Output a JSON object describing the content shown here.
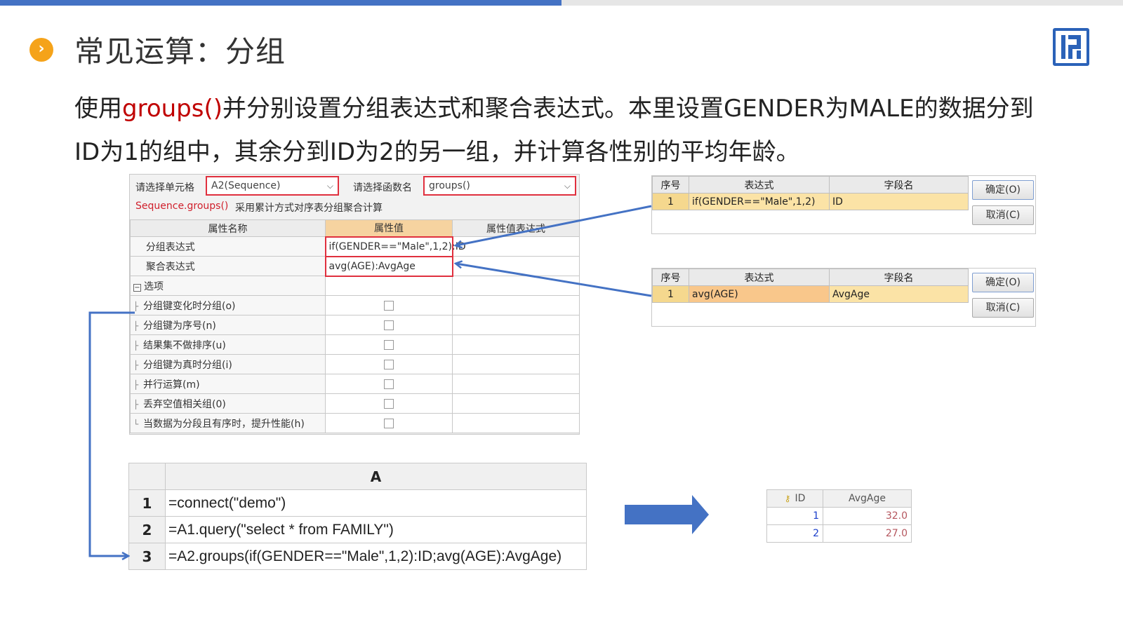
{
  "slide": {
    "title": "常见运算：分组",
    "bullet_glyph": "›",
    "desc_part1": "使用",
    "desc_func": "groups()",
    "desc_part2": "并分别设置分组表达式和聚合表达式。本里设置GENDER为MALE的数据分到ID为1的组中，其余分到ID为2的另一组，并计算各性别的平均年龄。",
    "accent_color": "#4472c4",
    "bullet_color": "#f5a31a"
  },
  "dialog": {
    "cell_label": "请选择单元格",
    "cell_value": "A2(Sequence)",
    "func_label": "请选择函数名",
    "func_value": "groups()",
    "sig": "Sequence.groups()",
    "sig_desc": "采用累计方式对序表分组聚合计算",
    "headers": [
      "属性名称",
      "属性值",
      "属性值表达式"
    ],
    "rows": [
      {
        "name": "分组表达式",
        "value": "if(GENDER==\"Male\",1,2):ID"
      },
      {
        "name": "聚合表达式",
        "value": "avg(AGE):AvgAge"
      }
    ],
    "options_label": "选项",
    "options": [
      "分组键变化时分组(o)",
      "分组键为序号(n)",
      "结果集不做排序(u)",
      "分组键为真时分组(i)",
      "并行运算(m)",
      "丢弃空值相关组(0)",
      "当数据为分段且有序时，提升性能(h)"
    ]
  },
  "grid1": {
    "headers": [
      "序号",
      "表达式",
      "字段名"
    ],
    "row": {
      "num": "1",
      "expr": "if(GENDER==\"Male\",1,2)",
      "field": "ID"
    },
    "ok": "确定(O)",
    "cancel": "取消(C)"
  },
  "grid2": {
    "headers": [
      "序号",
      "表达式",
      "字段名"
    ],
    "row": {
      "num": "1",
      "expr": "avg(AGE)",
      "field": "AvgAge"
    },
    "ok": "确定(O)",
    "cancel": "取消(C)"
  },
  "code": {
    "col_header": "A",
    "rows": [
      {
        "num": "1",
        "text": "=connect(\"demo\")"
      },
      {
        "num": "2",
        "text": "=A1.query(\"select * from FAMILY\")"
      },
      {
        "num": "3",
        "text": "=A2.groups(if(GENDER==\"Male\",1,2):ID;avg(AGE):AvgAge)"
      }
    ]
  },
  "result": {
    "headers": [
      "ID",
      "AvgAge"
    ],
    "rows": [
      {
        "id": "1",
        "avg": "32.0"
      },
      {
        "id": "2",
        "avg": "27.0"
      }
    ]
  }
}
